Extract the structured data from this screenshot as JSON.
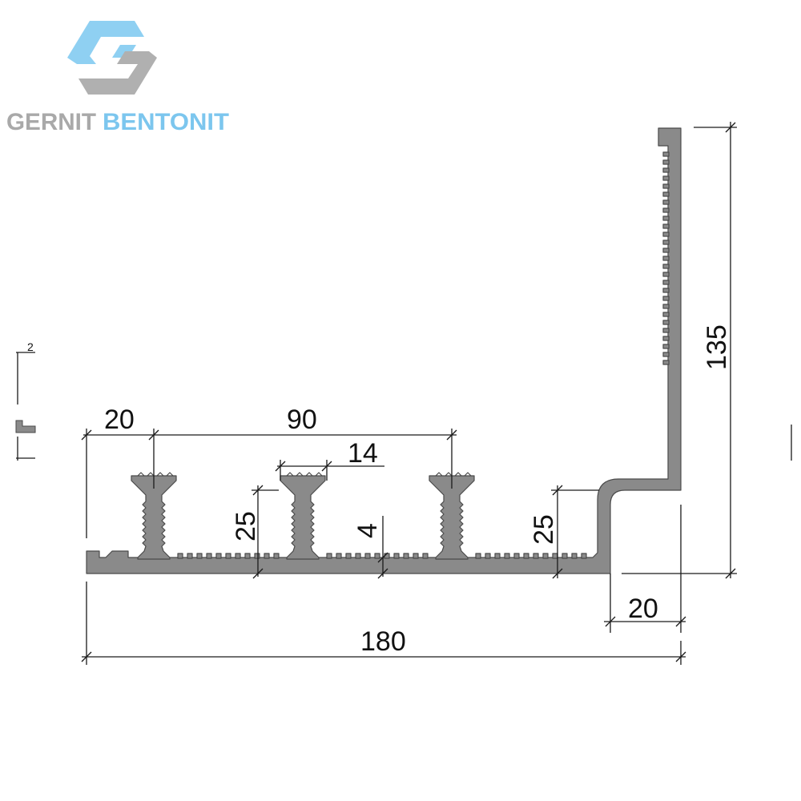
{
  "brand": {
    "word1": "GERNIT",
    "word2": "BENTONIT",
    "word1_color": "#a9a9a9",
    "word2_color": "#7cc6ee",
    "mark_color_light": "#8fd0f2",
    "mark_color_gray": "#b0b0b0"
  },
  "profile": {
    "fill_color": "#8a8a8a",
    "outline_color": "#4a4a4a"
  },
  "dimensions": {
    "flange_edge": "20",
    "anchor_span": "90",
    "anchor_head": "14",
    "anchor_height": "25",
    "rib_height": "4",
    "step_height": "25",
    "total_height": "135",
    "corner_width": "20",
    "total_width": "180",
    "detail_label": "2"
  }
}
